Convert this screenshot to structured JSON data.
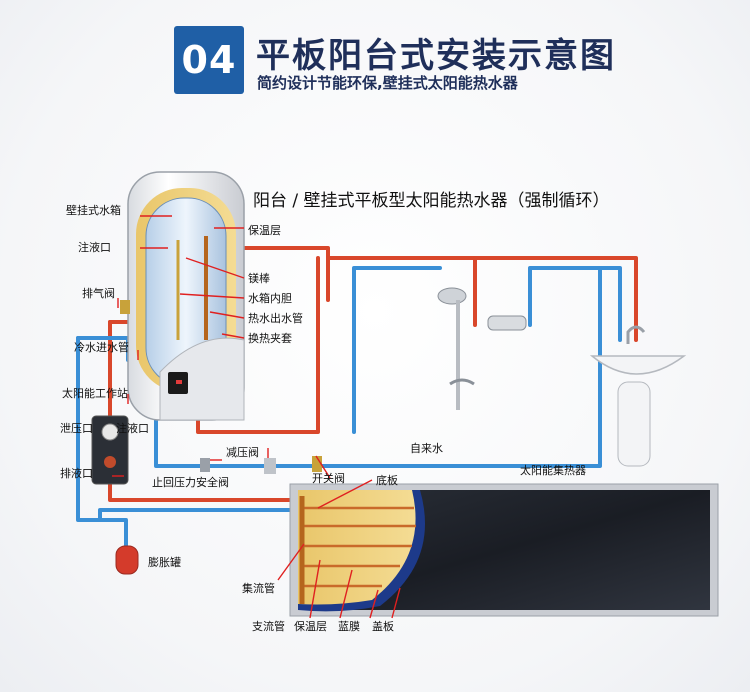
{
  "header": {
    "badge": "04",
    "title": "平板阳台式安装示意图",
    "subtitle": "简约设计节能环保,壁挂式太阳能热水器"
  },
  "diagram": {
    "heading": "阳台 / 壁挂式平板型太阳能热水器（强制循环）",
    "labels": {
      "wall_tank": "壁挂式水箱",
      "fill_port": "注液口",
      "exhaust_valve": "排气阀",
      "cold_inlet": "冷水进水管",
      "work_station": "太阳能工作站",
      "relief_port": "泄压口",
      "fill_port_2": "注液口",
      "drain_port": "排液口",
      "check_valve": "止回压力安全阀",
      "expansion_tank": "膨胀罐",
      "insulation": "保温层",
      "magnesium_rod": "镁棒",
      "inner_tank": "水箱内胆",
      "hot_outlet": "热水出水管",
      "heat_jacket": "换热夹套",
      "pressure_valve": "减压阀",
      "switch_valve": "开关阀",
      "tap_water": "自来水",
      "bottom_plate": "底板",
      "collector": "太阳能集热器",
      "header_pipe": "集流管",
      "branch_pipe": "支流管",
      "panel_insulation": "保温层",
      "blue_film": "蓝膜",
      "cover_plate": "盖板"
    }
  },
  "colors": {
    "badge_blue": "#1f5fa6",
    "title_navy": "#1f2f5a",
    "hot_pipe": "#d9472b",
    "cold_pipe": "#3a8fd6",
    "annotation_red": "#e02020"
  }
}
